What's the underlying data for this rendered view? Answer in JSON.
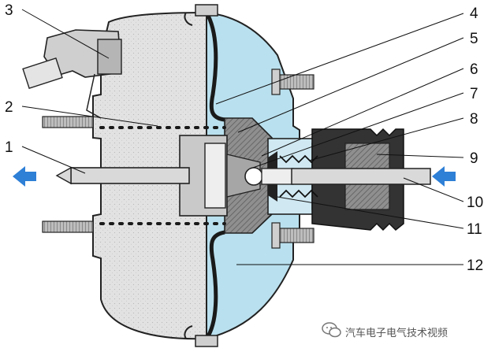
{
  "diagram": {
    "callouts": [
      {
        "id": "3",
        "label": "3"
      },
      {
        "id": "2",
        "label": "2"
      },
      {
        "id": "1",
        "label": "1"
      },
      {
        "id": "4",
        "label": "4"
      },
      {
        "id": "5",
        "label": "5"
      },
      {
        "id": "6",
        "label": "6"
      },
      {
        "id": "7",
        "label": "7"
      },
      {
        "id": "8",
        "label": "8"
      },
      {
        "id": "9",
        "label": "9"
      },
      {
        "id": "10",
        "label": "10"
      },
      {
        "id": "11",
        "label": "11"
      },
      {
        "id": "12",
        "label": "12"
      }
    ],
    "arrow_color": "#2e7fd6",
    "vacuum_fill": "#e2e2e2",
    "pressure_fill": "#b9e0ee"
  },
  "watermark": {
    "text": "汽车电子电气技术视频",
    "icon": "wechat-icon"
  }
}
